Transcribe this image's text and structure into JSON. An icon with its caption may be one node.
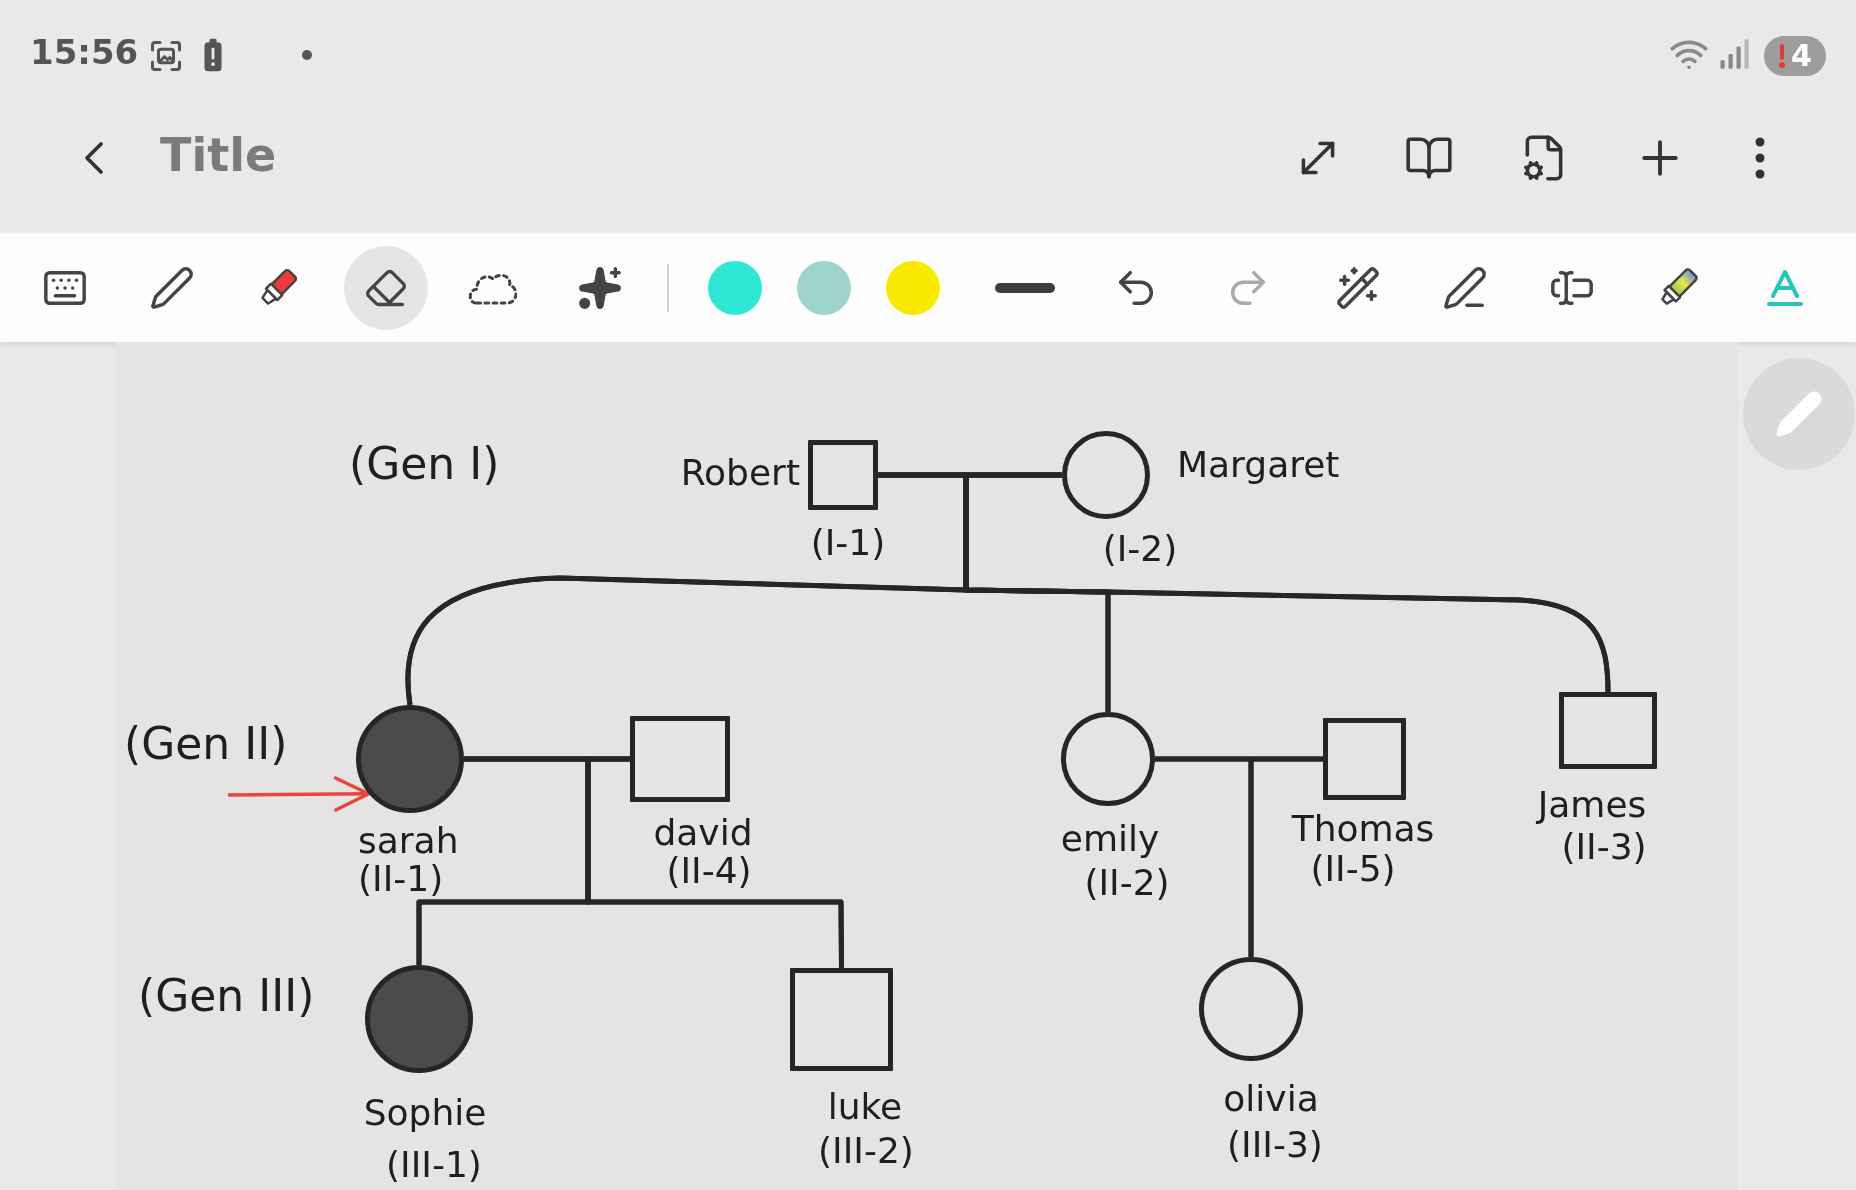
{
  "diagram": {
    "title": "Title",
    "nodes": [
      {
        "text": [
          "Robert",
          "(I-1)"
        ]
      },
      {
        "text": [
          "Margaret",
          "(I-2)"
        ]
      },
      {
        "text": [
          "sarah",
          "(II-1)"
        ]
      },
      {
        "text": [
          "david",
          "(II-4)"
        ]
      },
      {
        "text": [
          "emily",
          "(II-2)"
        ]
      },
      {
        "text": [
          "Thomas",
          "(II-5)"
        ]
      },
      {
        "text": [
          "James",
          "(II-3)"
        ]
      },
      {
        "text": [
          "Sophie",
          "(III-1)"
        ]
      },
      {
        "text": [
          "luke",
          "(III-2)"
        ]
      },
      {
        "text": [
          "olivia",
          "(III-3)"
        ]
      }
    ],
    "edges": [
      {
        "from": 0,
        "to": 1,
        "arrow": "none"
      },
      {
        "from": 0,
        "to": 2,
        "arrow": "none"
      },
      {
        "from": 1,
        "to": 2,
        "arrow": "none"
      },
      {
        "from": 0,
        "to": 4,
        "arrow": "none"
      },
      {
        "from": 1,
        "to": 4,
        "arrow": "none"
      },
      {
        "from": 0,
        "to": 6,
        "arrow": "none"
      },
      {
        "from": 1,
        "to": 6,
        "arrow": "none"
      },
      {
        "from": 2,
        "to": 3,
        "arrow": "none"
      },
      {
        "from": 2,
        "to": 7,
        "arrow": "none"
      },
      {
        "from": 3,
        "to": 7,
        "arrow": "none"
      },
      {
        "from": 2,
        "to": 8,
        "arrow": "none"
      },
      {
        "from": 3,
        "to": 8,
        "arrow": "none"
      },
      {
        "from": 4,
        "to": 5,
        "arrow": "none"
      },
      {
        "from": 4,
        "to": 9,
        "arrow": "none"
      },
      {
        "from": 5,
        "to": 9,
        "arrow": "none"
      },
      {
        "from": null,
        "to": 2,
        "arrow": "to",
        "color": "#e8453c"
      }
    ],
    "labels": [
      "15:56",
      "4",
      "(Gen I)",
      "(Gen II)",
      "(Gen III)"
    ]
  }
}
